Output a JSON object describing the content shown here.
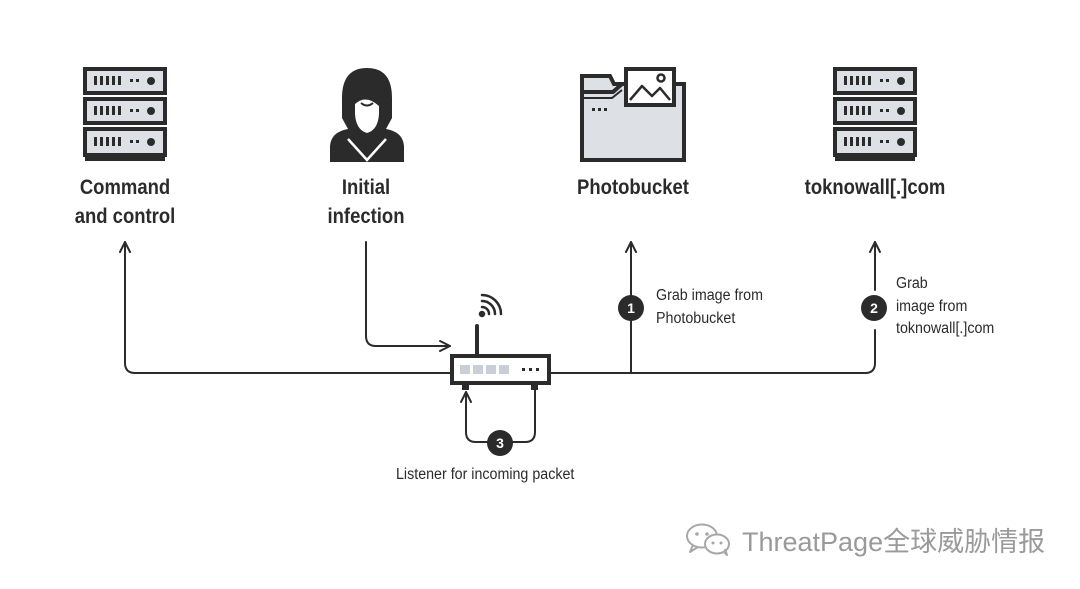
{
  "nodes": {
    "c2": {
      "label_line1": "Command",
      "label_line2": "and control"
    },
    "initial": {
      "label_line1": "Initial",
      "label_line2": "infection"
    },
    "photobucket": {
      "label": "Photobucket"
    },
    "toknowall": {
      "label": "toknowall[.]com"
    }
  },
  "steps": [
    {
      "number": "1",
      "line1": "Grab image from",
      "line2": "Photobucket"
    },
    {
      "number": "2",
      "line1": "Grab",
      "line2": "image from",
      "line3": "toknowall[.]com"
    },
    {
      "number": "3",
      "label": "Listener for incoming packet"
    }
  ],
  "watermark": {
    "text": "ThreatPage全球威胁情报"
  },
  "colors": {
    "ink": "#2b2b2b",
    "light_fill": "#dde1e6",
    "watermark": "#9a9a9a"
  },
  "icons": [
    "server-icon",
    "person-icon",
    "folder-image-icon",
    "router-icon",
    "wifi-icon",
    "wechat-icon"
  ]
}
